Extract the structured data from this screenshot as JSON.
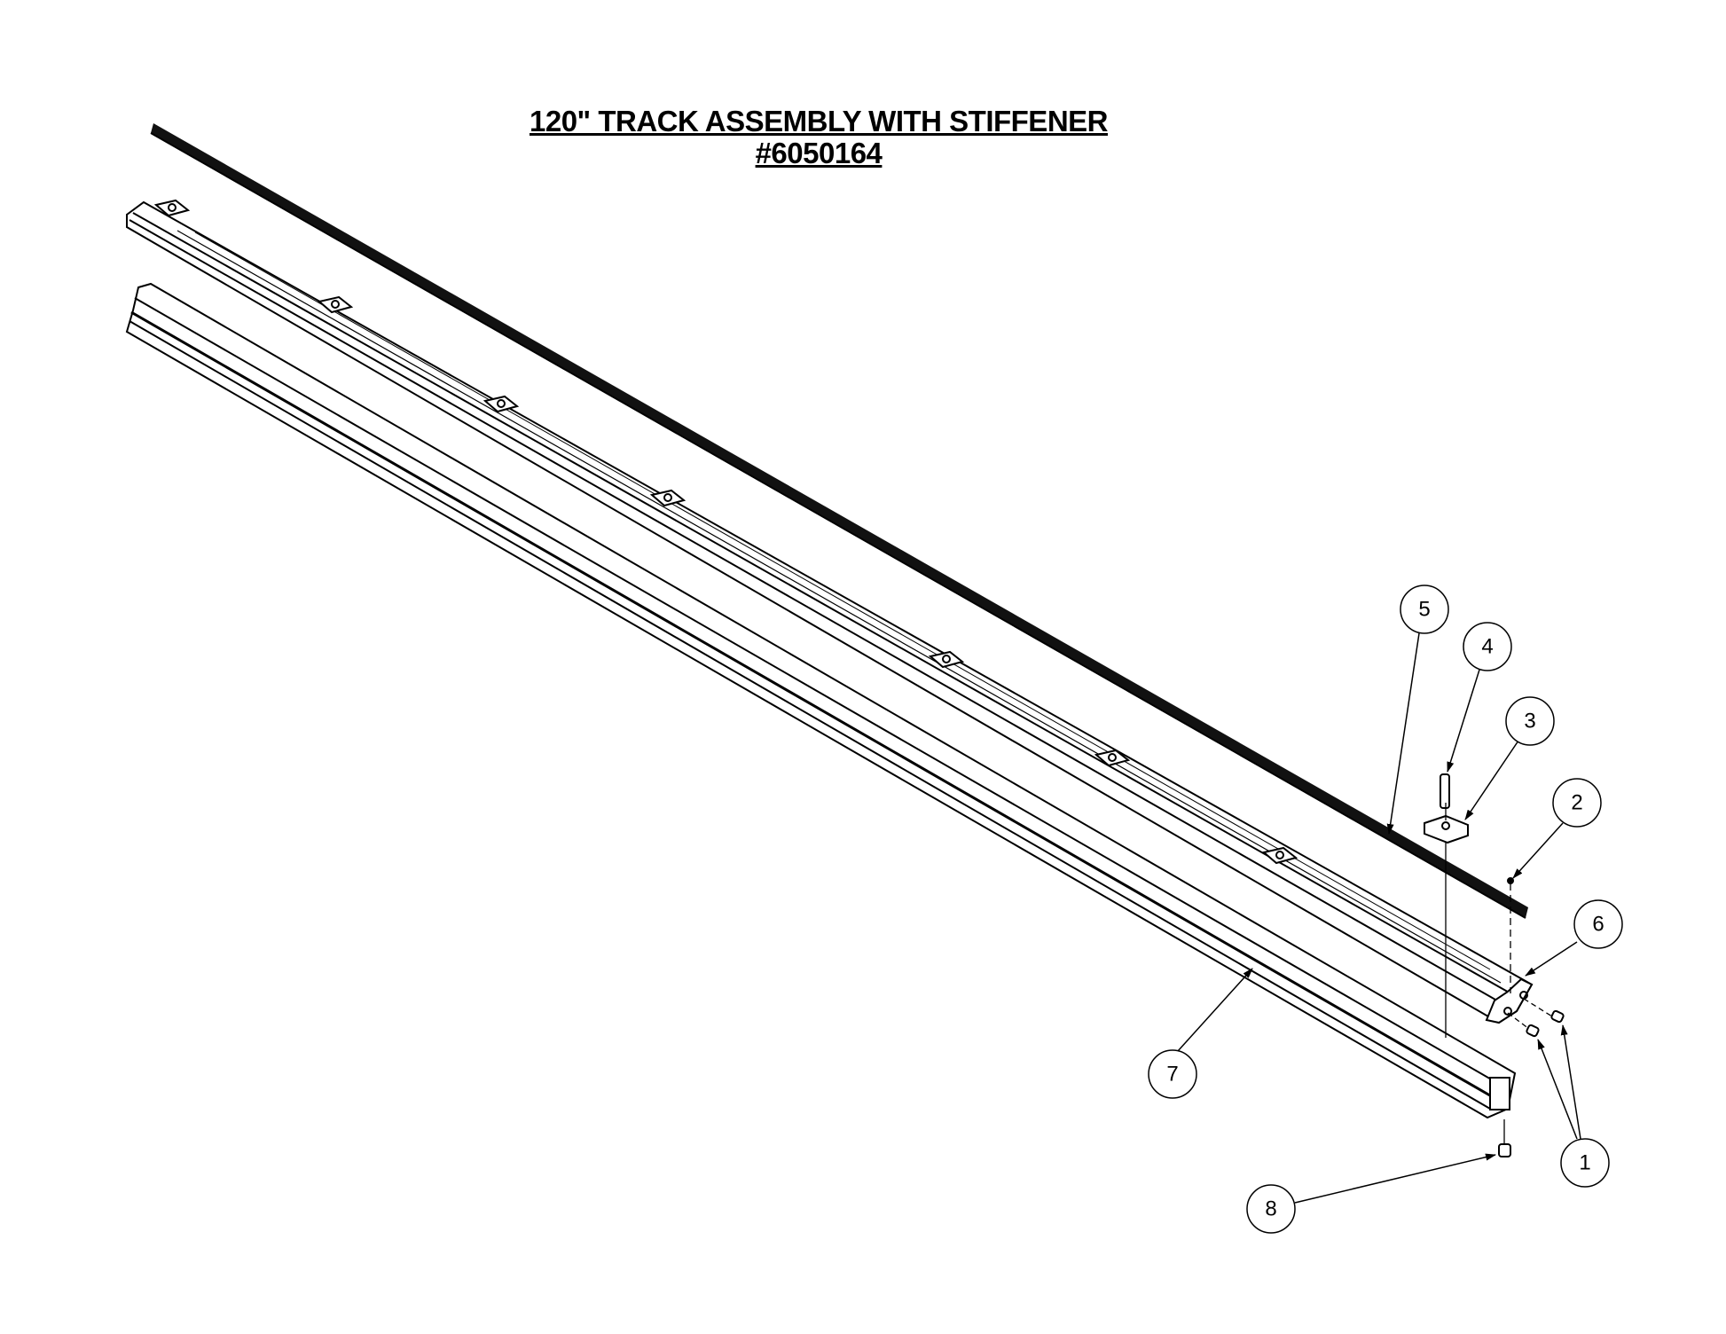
{
  "title": "120\" TRACK ASSEMBLY WITH STIFFENER",
  "part_number": "#6050164",
  "balloons": [
    "1",
    "2",
    "3",
    "4",
    "5",
    "6",
    "7",
    "8"
  ],
  "colors": {
    "line": "#000000",
    "background": "#ffffff"
  }
}
